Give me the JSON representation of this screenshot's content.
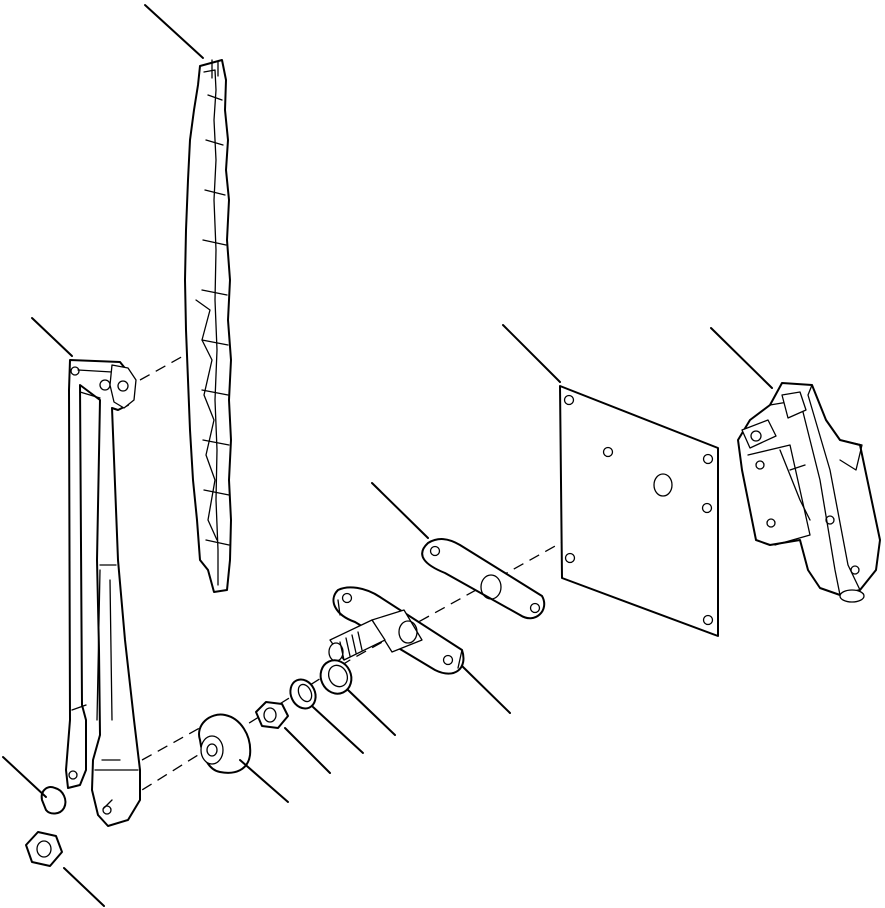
{
  "diagram": {
    "type": "exploded-parts-view",
    "parts": [
      {
        "id": "wiper-blade",
        "callout": ""
      },
      {
        "id": "wiper-arm",
        "callout": ""
      },
      {
        "id": "mounting-plate",
        "callout": ""
      },
      {
        "id": "wiper-motor",
        "callout": ""
      },
      {
        "id": "gasket",
        "callout": ""
      },
      {
        "id": "pivot-housing",
        "callout": ""
      },
      {
        "id": "seal-ring",
        "callout": ""
      },
      {
        "id": "washer",
        "callout": ""
      },
      {
        "id": "pivot-nut",
        "callout": ""
      },
      {
        "id": "rubber-boot",
        "callout": ""
      },
      {
        "id": "acorn-cap",
        "callout": ""
      },
      {
        "id": "arm-nut",
        "callout": ""
      }
    ]
  }
}
